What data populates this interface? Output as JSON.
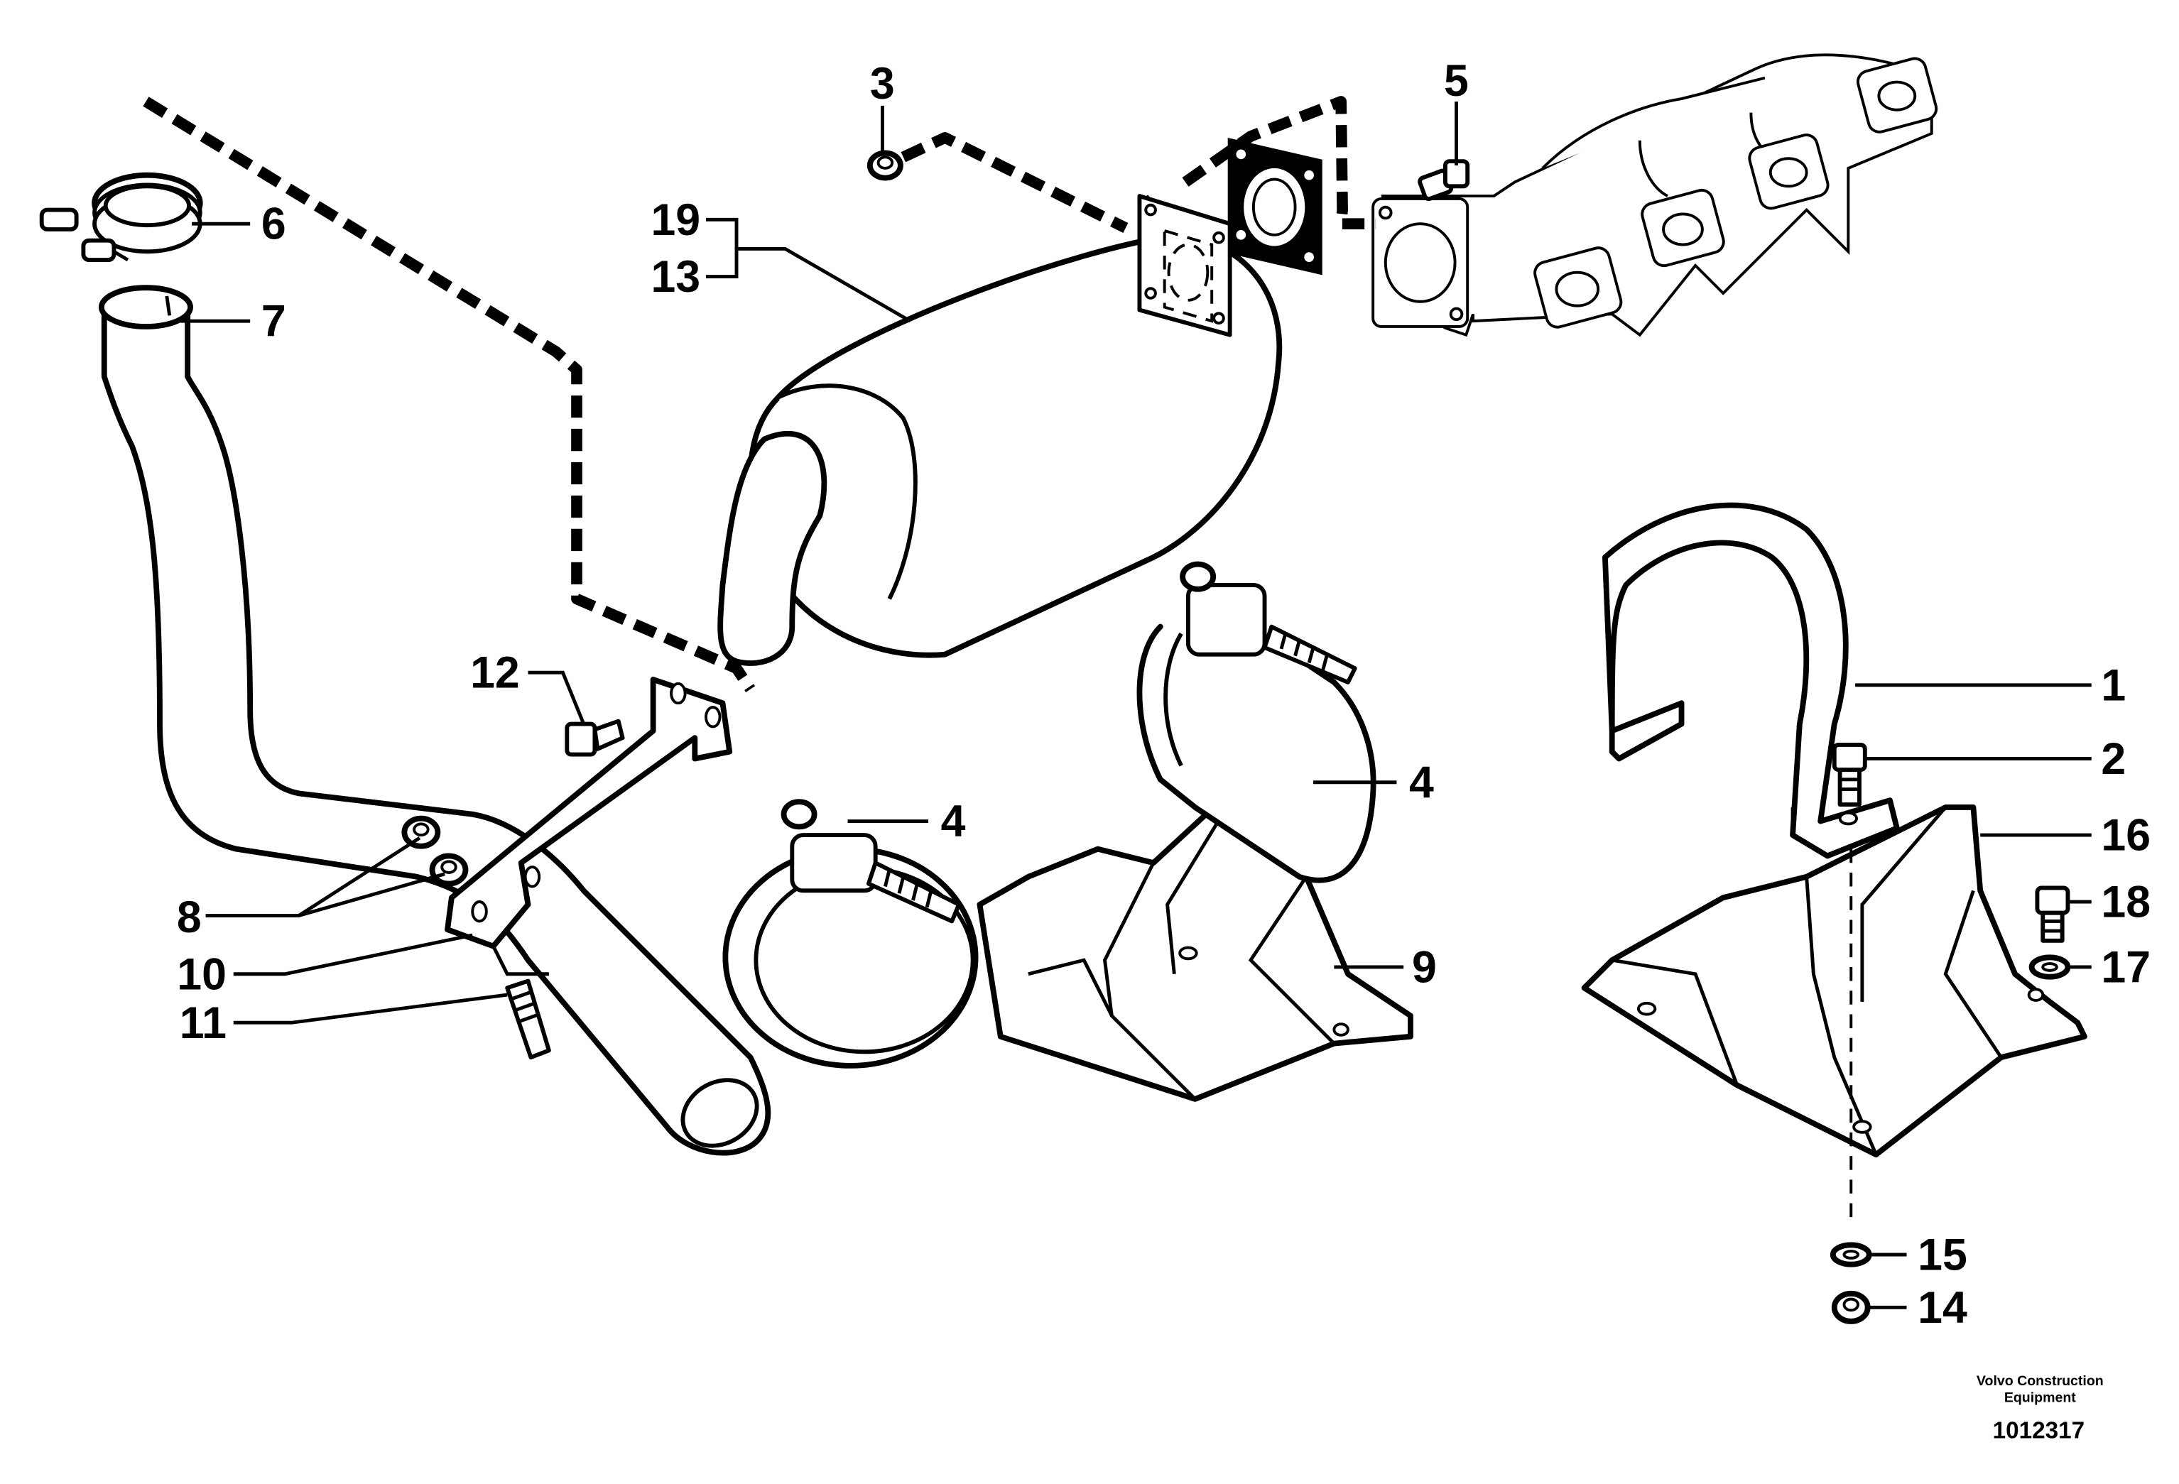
{
  "callouts": [
    {
      "id": "1",
      "text": "1"
    },
    {
      "id": "2",
      "text": "2"
    },
    {
      "id": "3",
      "text": "3"
    },
    {
      "id": "4a",
      "text": "4"
    },
    {
      "id": "4b",
      "text": "4"
    },
    {
      "id": "5",
      "text": "5"
    },
    {
      "id": "6",
      "text": "6"
    },
    {
      "id": "7",
      "text": "7"
    },
    {
      "id": "8",
      "text": "8"
    },
    {
      "id": "9",
      "text": "9"
    },
    {
      "id": "10",
      "text": "10"
    },
    {
      "id": "11",
      "text": "11"
    },
    {
      "id": "12",
      "text": "12"
    },
    {
      "id": "13",
      "text": "13"
    },
    {
      "id": "14",
      "text": "14"
    },
    {
      "id": "15",
      "text": "15"
    },
    {
      "id": "16",
      "text": "16"
    },
    {
      "id": "17",
      "text": "17"
    },
    {
      "id": "18",
      "text": "18"
    },
    {
      "id": "19",
      "text": "19"
    }
  ],
  "credit": {
    "line1": "Volvo Construction",
    "line2": "Equipment"
  },
  "drawing_number": "1012317"
}
